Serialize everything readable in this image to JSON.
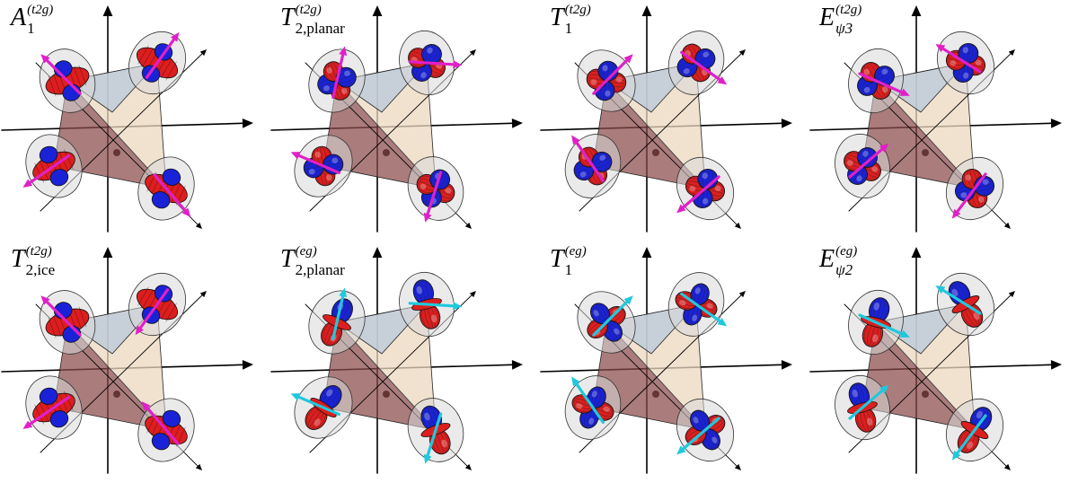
{
  "colors": {
    "lobe_red": "#dd1e1e",
    "lobe_blue": "#1a22d8",
    "moment_t2g": "#e020c8",
    "moment_eg": "#20c8dc",
    "tetra_blue": "#b8c8dc",
    "tetra_brown": "#8a4a4a",
    "tetra_tan": "#ecd8c0",
    "axis": "#000000"
  },
  "panels": [
    {
      "id": "A1_t2g",
      "base": "A",
      "sub": "1",
      "sup": "(t2g)",
      "orbital": "t2g",
      "shape": "ring",
      "moment": "radial"
    },
    {
      "id": "T2planar_t2g",
      "base": "T",
      "sub": "2,planar",
      "sup": "(t2g)",
      "orbital": "t2g",
      "shape": "clover",
      "moment": "planar"
    },
    {
      "id": "T1_t2g",
      "base": "T",
      "sub": "1",
      "sup": "(t2g)",
      "orbital": "t2g",
      "shape": "clover",
      "moment": "tangent"
    },
    {
      "id": "Epsi3_t2g",
      "base": "E",
      "sub": "ψ3",
      "sup": "(t2g)",
      "orbital": "t2g",
      "shape": "clover",
      "moment": "psi"
    },
    {
      "id": "T2ice_t2g",
      "base": "T",
      "sub": "2,ice",
      "sup": "(t2g)",
      "orbital": "t2g",
      "shape": "ring",
      "moment": "ice"
    },
    {
      "id": "T2planar_eg",
      "base": "T",
      "sub": "2,planar",
      "sup": "(eg)",
      "orbital": "eg",
      "shape": "dz2",
      "moment": "planar"
    },
    {
      "id": "T1_eg",
      "base": "T",
      "sub": "1",
      "sup": "(eg)",
      "orbital": "eg",
      "shape": "cross",
      "moment": "tangent"
    },
    {
      "id": "Epsi2_eg",
      "base": "E",
      "sub": "ψ2",
      "sup": "(eg)",
      "orbital": "eg",
      "shape": "dz2",
      "moment": "psi"
    }
  ]
}
